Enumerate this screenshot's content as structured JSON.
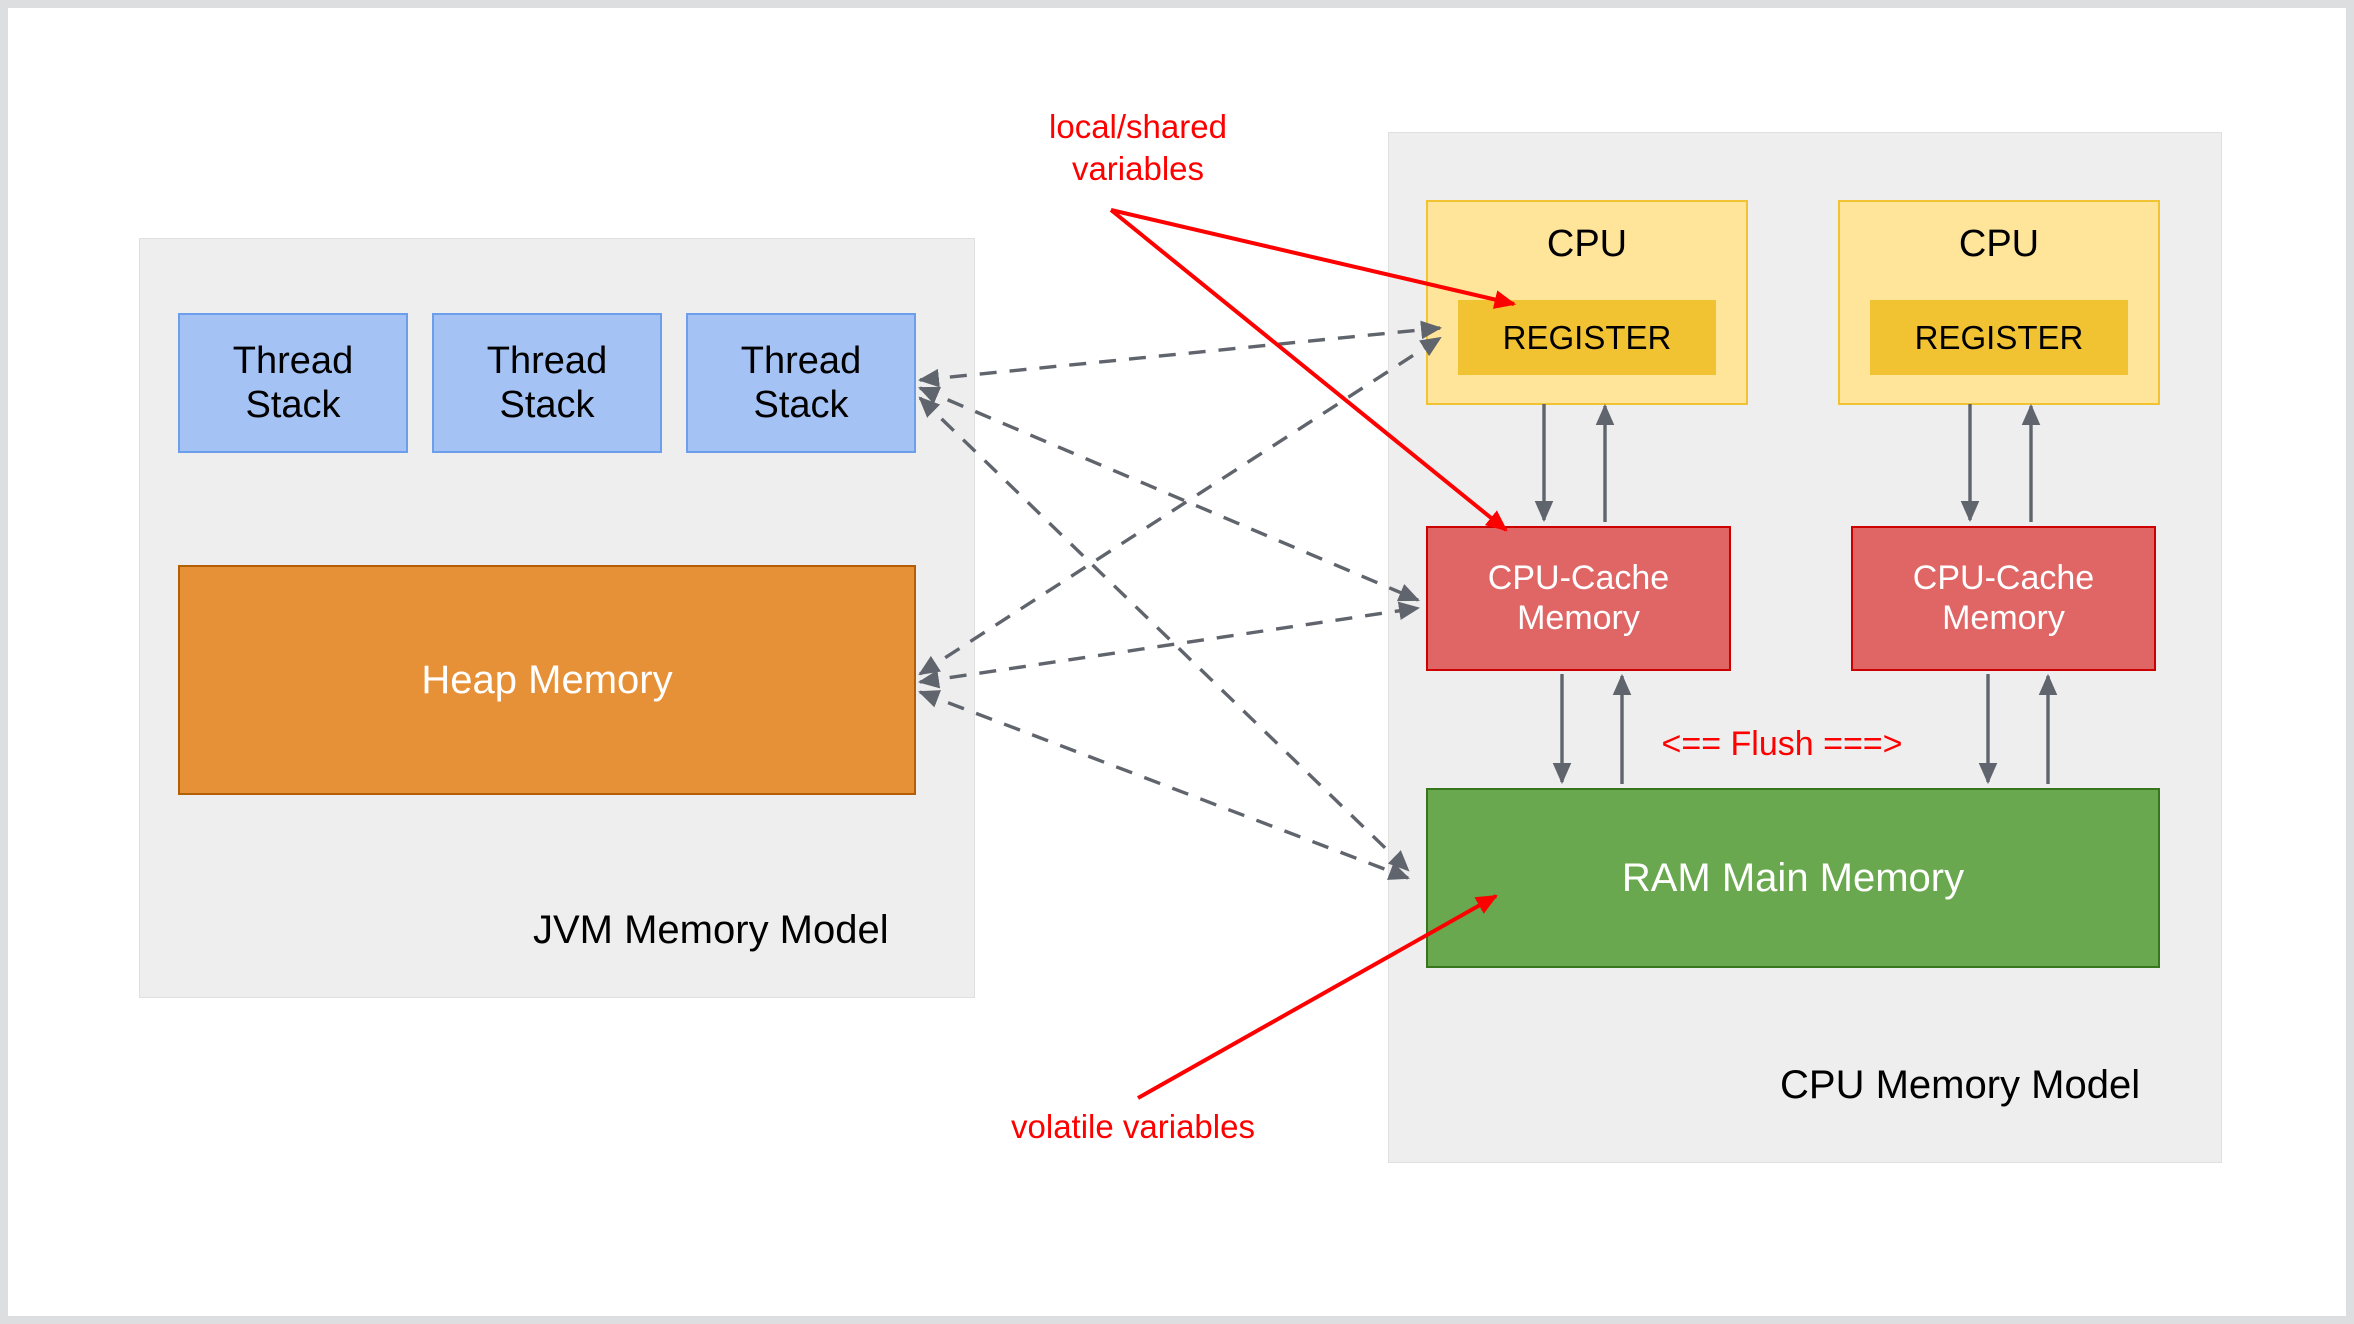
{
  "diagram": {
    "jvm": {
      "label": "JVM Memory Model",
      "thread_stacks": [
        {
          "label": "Thread\nStack"
        },
        {
          "label": "Thread\nStack"
        },
        {
          "label": "Thread\nStack"
        }
      ],
      "heap": {
        "label": "Heap Memory"
      }
    },
    "cpu": {
      "label": "CPU Memory Model",
      "cpus": [
        {
          "title": "CPU",
          "register": "REGISTER"
        },
        {
          "title": "CPU",
          "register": "REGISTER"
        }
      ],
      "caches": [
        {
          "label": "CPU-Cache\nMemory"
        },
        {
          "label": "CPU-Cache\nMemory"
        }
      ],
      "ram": {
        "label": "RAM Main Memory"
      }
    },
    "annotations": {
      "local_shared": "local/shared\nvariables",
      "volatile": "volatile variables",
      "flush": "<== Flush ===>"
    },
    "colors": {
      "thread_stack_fill": "#a4c2f4",
      "thread_stack_border": "#6d9eeb",
      "heap_fill": "#e69138",
      "heap_border": "#b45f06",
      "cpu_fill": "#ffe599",
      "cpu_border": "#f1c232",
      "register_fill": "#f1c232",
      "cache_fill": "#e06666",
      "cache_border": "#cc0000",
      "ram_fill": "#6aa84f",
      "ram_border": "#38761d",
      "panel_fill": "#eeeeee",
      "annotation_red": "#ff0000",
      "link_gray": "#60646c"
    }
  }
}
